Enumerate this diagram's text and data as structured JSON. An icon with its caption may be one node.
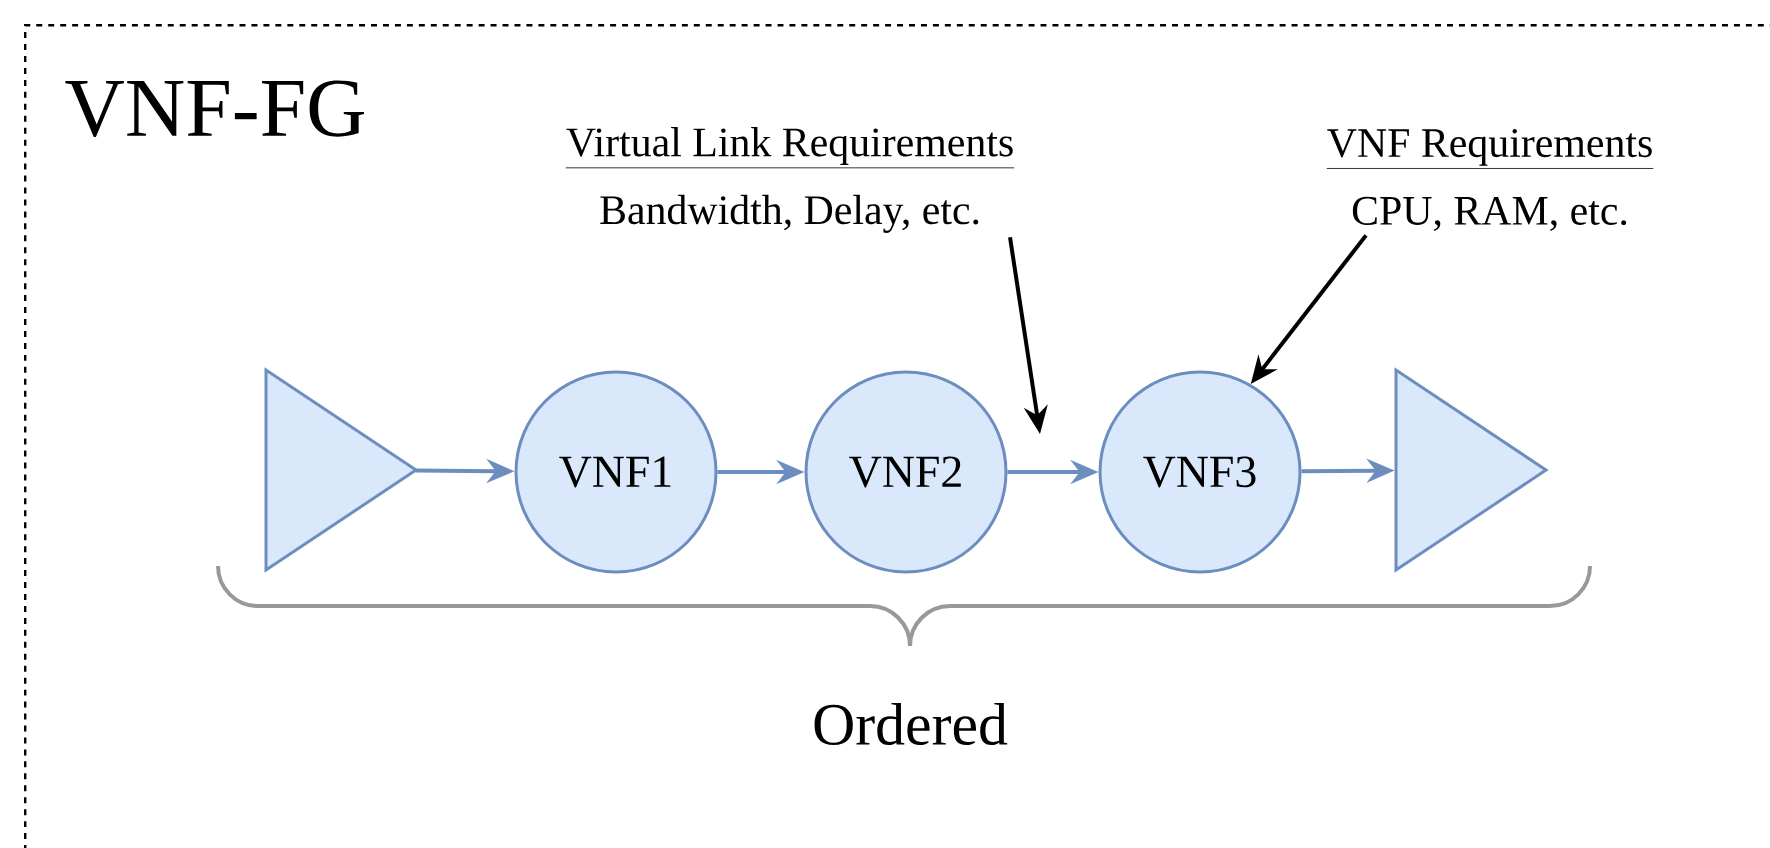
{
  "diagram": {
    "nodes": [
      {
        "text": [
          "VNF-FG"
        ]
      },
      {
        "text": [
          "Virtual Link Requirements",
          "Bandwidth, Delay, etc."
        ],
        "in": 0
      },
      {
        "text": [
          "VNF Requirements",
          "CPU, RAM, etc."
        ],
        "in": 0
      },
      {
        "text": [],
        "shape": "triangle",
        "in": 0
      },
      {
        "text": [
          "VNF1"
        ],
        "in": 0
      },
      {
        "text": [
          "VNF2"
        ],
        "in": 0
      },
      {
        "text": [
          "VNF3"
        ],
        "in": 0
      },
      {
        "text": [],
        "shape": "triangle",
        "in": 0
      }
    ],
    "edges": [
      {
        "from": 3,
        "to": 4,
        "arrow": "to"
      },
      {
        "from": 4,
        "to": 5,
        "arrow": "to"
      },
      {
        "from": 5,
        "to": 6,
        "arrow": "to"
      },
      {
        "from": 6,
        "to": 7,
        "arrow": "to"
      },
      {
        "from": 1,
        "to": null,
        "arrow": "to",
        "color": "#000000"
      },
      {
        "from": 2,
        "to": 6,
        "arrow": "to",
        "color": "#000000"
      }
    ],
    "labels": [
      "Ordered"
    ]
  }
}
